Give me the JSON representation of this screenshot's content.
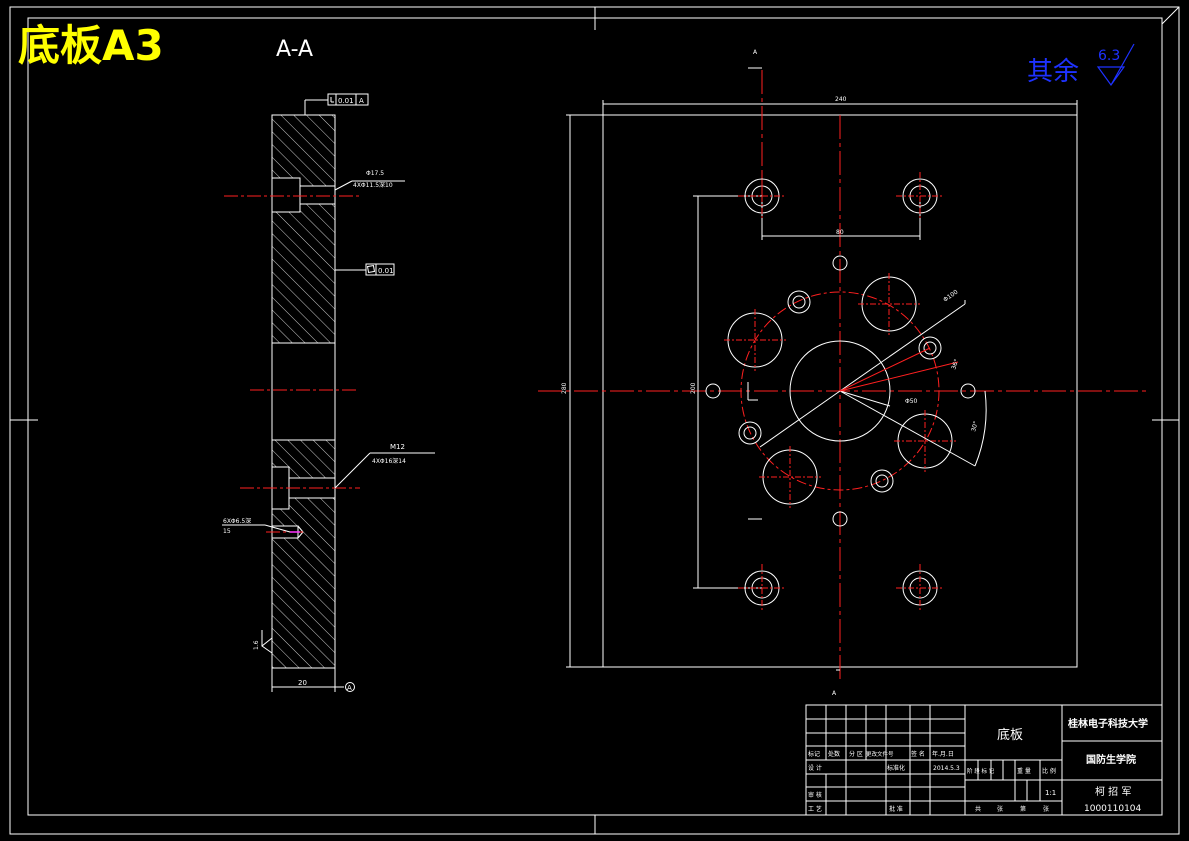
{
  "header": {
    "drawing_title": "底板A3",
    "section_label": "A-A",
    "roughness_note": "其余",
    "roughness_value": "6.3"
  },
  "section_view": {
    "flatness_tol": "0.01",
    "flatness_datum": "A",
    "perp_tol": "0.01",
    "hole_top_dim": "Φ17.5",
    "hole_top_spec": "4XΦ11.5深10",
    "hole_bottom_dim": "M12",
    "hole_bottom_spec": "4XΦ16深14",
    "side_hole_spec_1": "6XΦ6.5深",
    "side_hole_spec_2": "15",
    "width_dim": "20",
    "datum_label": "A",
    "roughness_side": "1.6"
  },
  "plan_view": {
    "cut_mark_top": "A",
    "cut_mark_bottom": "A",
    "width_dim": "240",
    "height_dim": "280",
    "hole_spacing_x": "80",
    "hole_spacing_y": "200",
    "pcd_dia": "Φ100",
    "center_hole_dia": "Φ50",
    "angle_1": "36°",
    "angle_2": "30°"
  },
  "title_block": {
    "part_name": "底板",
    "university": "桂林电子科技大学",
    "college": "国防生学院",
    "author": "柯 招 军",
    "student_id": "1000110104",
    "scale": "1:1",
    "date": "2014.5.3",
    "headers": [
      "标记",
      "处数",
      "分 区",
      "更改文件号",
      "签 名",
      "年.月.日"
    ],
    "row_design": "设 计",
    "row_standard": "标准化",
    "row_review": "审 核",
    "row_process": "工 艺",
    "row_approve": "批 准",
    "stage_headers": [
      "阶 段 标 记",
      "重 量",
      "比 例"
    ],
    "sheet_info": [
      "共",
      "张",
      "第",
      "张"
    ]
  }
}
